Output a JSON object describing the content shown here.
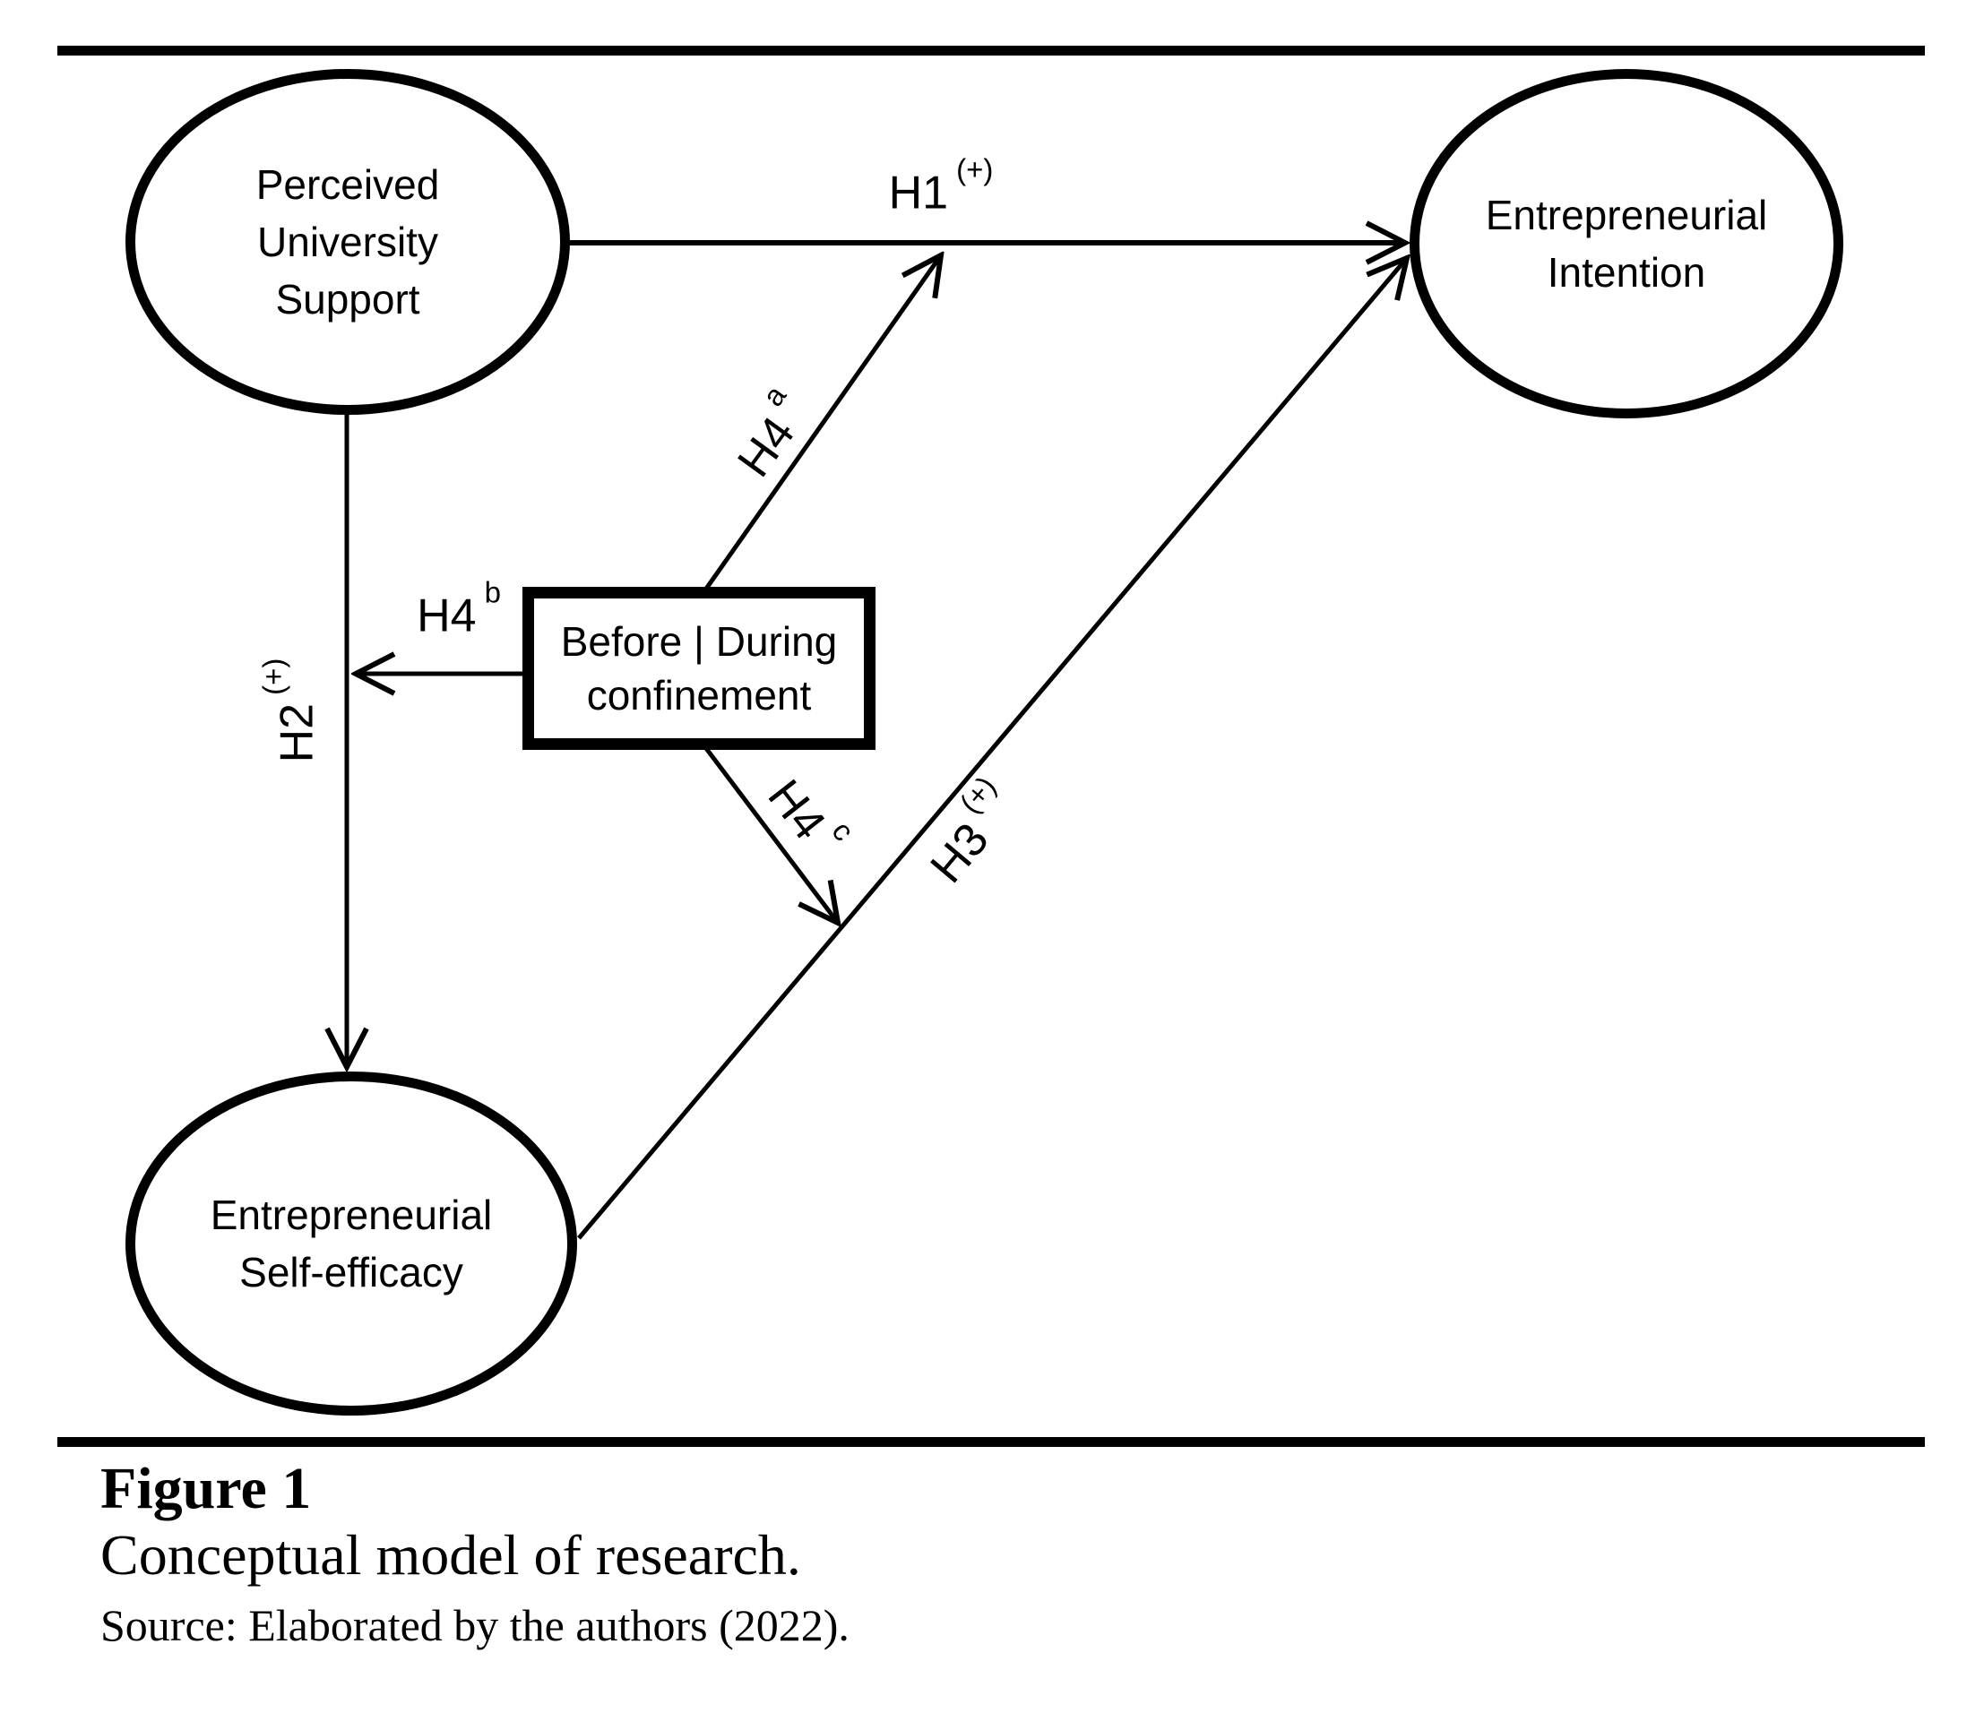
{
  "colors": {
    "ink": "#000000",
    "background": "#ffffff"
  },
  "nodes": {
    "perceived_university_support": {
      "lines": [
        "Perceived",
        "University",
        "Support"
      ]
    },
    "entrepreneurial_intention": {
      "lines": [
        "Entrepreneurial",
        "Intention"
      ]
    },
    "entrepreneurial_self_efficacy": {
      "lines": [
        "Entrepreneurial",
        "Self-efficacy"
      ]
    },
    "confinement_moderator": {
      "lines": [
        "Before | During",
        "confinement"
      ]
    }
  },
  "labels": {
    "h1": {
      "text": "H1",
      "sup": "(+)"
    },
    "h2": {
      "text": "H2",
      "sup": "(+)"
    },
    "h3": {
      "text": "H3",
      "sup": "(+)"
    },
    "h4a": {
      "text": "H4",
      "sup": "a"
    },
    "h4b": {
      "text": "H4",
      "sup": "b"
    },
    "h4c": {
      "text": "H4",
      "sup": "c"
    }
  },
  "caption": {
    "figure_label": "Figure 1",
    "title": "Conceptual model of research.",
    "source": "Source: Elaborated by the authors (2022)."
  }
}
